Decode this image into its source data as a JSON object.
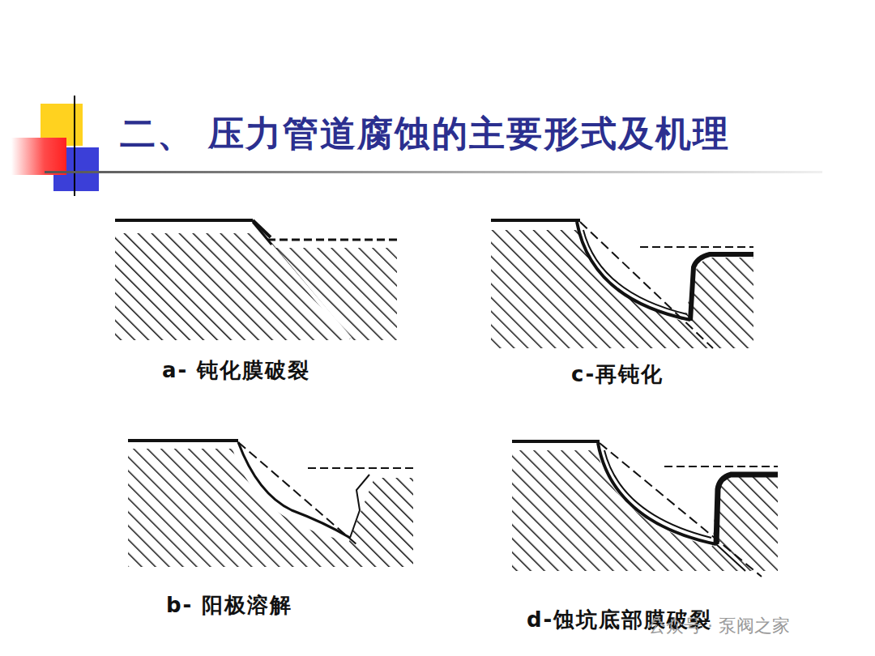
{
  "diagram": {
    "title": "二、 压力管道腐蚀的主要形式及机理",
    "labels": [
      "a- 钝化膜破裂",
      "c-再钝化",
      "b- 阳极溶解",
      "d-蚀坑底部膜破裂",
      "公众号 · 泵阀之家"
    ]
  }
}
